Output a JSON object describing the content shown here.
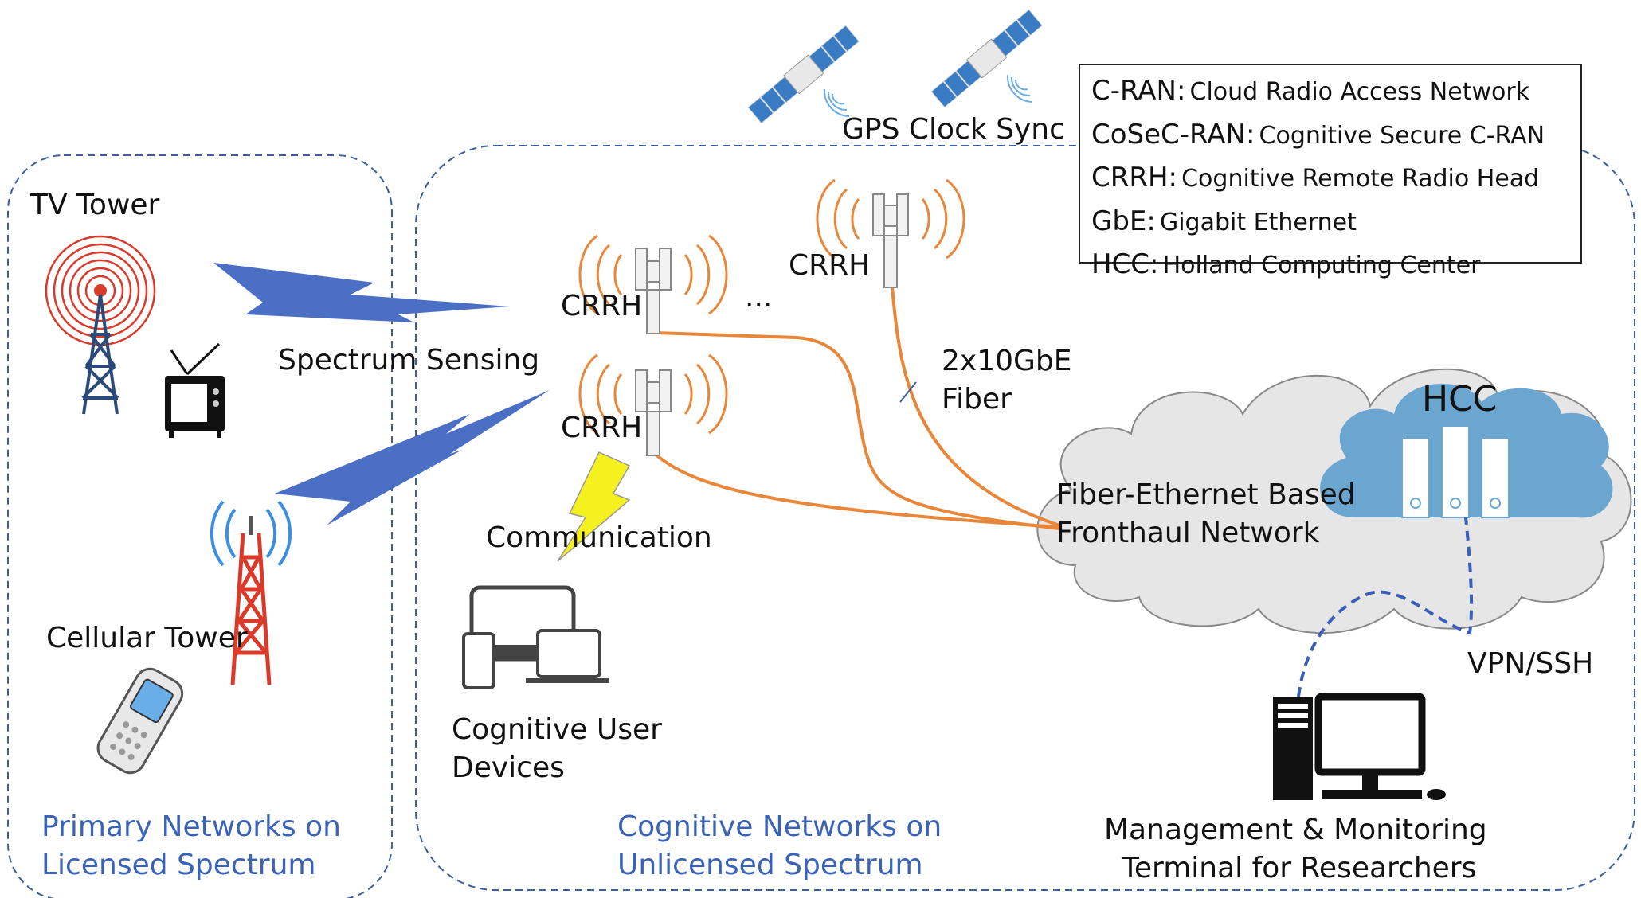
{
  "primary": {
    "tv_tower": "TV Tower",
    "cellular_tower": "Cellular Tower",
    "title_line1": "Primary Networks on",
    "title_line2": "Licensed Spectrum"
  },
  "cognitive": {
    "title_line1": "Cognitive Networks on",
    "title_line2": "Unlicensed Spectrum",
    "spectrum_sensing": "Spectrum Sensing",
    "crrh_label": "CRRH",
    "ellipsis": "...",
    "fiber_line1": "2x10GbE",
    "fiber_line2": "Fiber",
    "communication": "Communication",
    "devices_line1": "Cognitive User",
    "devices_line2": "Devices",
    "gps": "GPS Clock Sync"
  },
  "cloud": {
    "label_line1": "Fiber-Ethernet Based",
    "label_line2": "Fronthaul Network",
    "hcc": "HCC",
    "vpn": "VPN/SSH"
  },
  "terminal": {
    "line1": "Management & Monitoring",
    "line2": "Terminal for Researchers"
  },
  "legend": [
    {
      "abbr": "C-RAN:",
      "full": "Cloud Radio Access Network"
    },
    {
      "abbr": "CoSeC-RAN:",
      "full": "Cognitive Secure C-RAN"
    },
    {
      "abbr": "CRRH:",
      "full": "Cognitive Remote Radio Head"
    },
    {
      "abbr": "GbE:",
      "full": "Gigabit Ethernet"
    },
    {
      "abbr": "HCC:",
      "full": "Holland Computing Center"
    }
  ],
  "colors": {
    "accent_blue": "#3a63b8",
    "fiber_orange": "#e8873a",
    "bolt_blue": "#4a6fc4",
    "bolt_yellow": "#f5f020",
    "cloud_gray": "#e6e6e6",
    "hcc_cloud": "#6aa6cf",
    "tower_red": "#d93a2a"
  }
}
